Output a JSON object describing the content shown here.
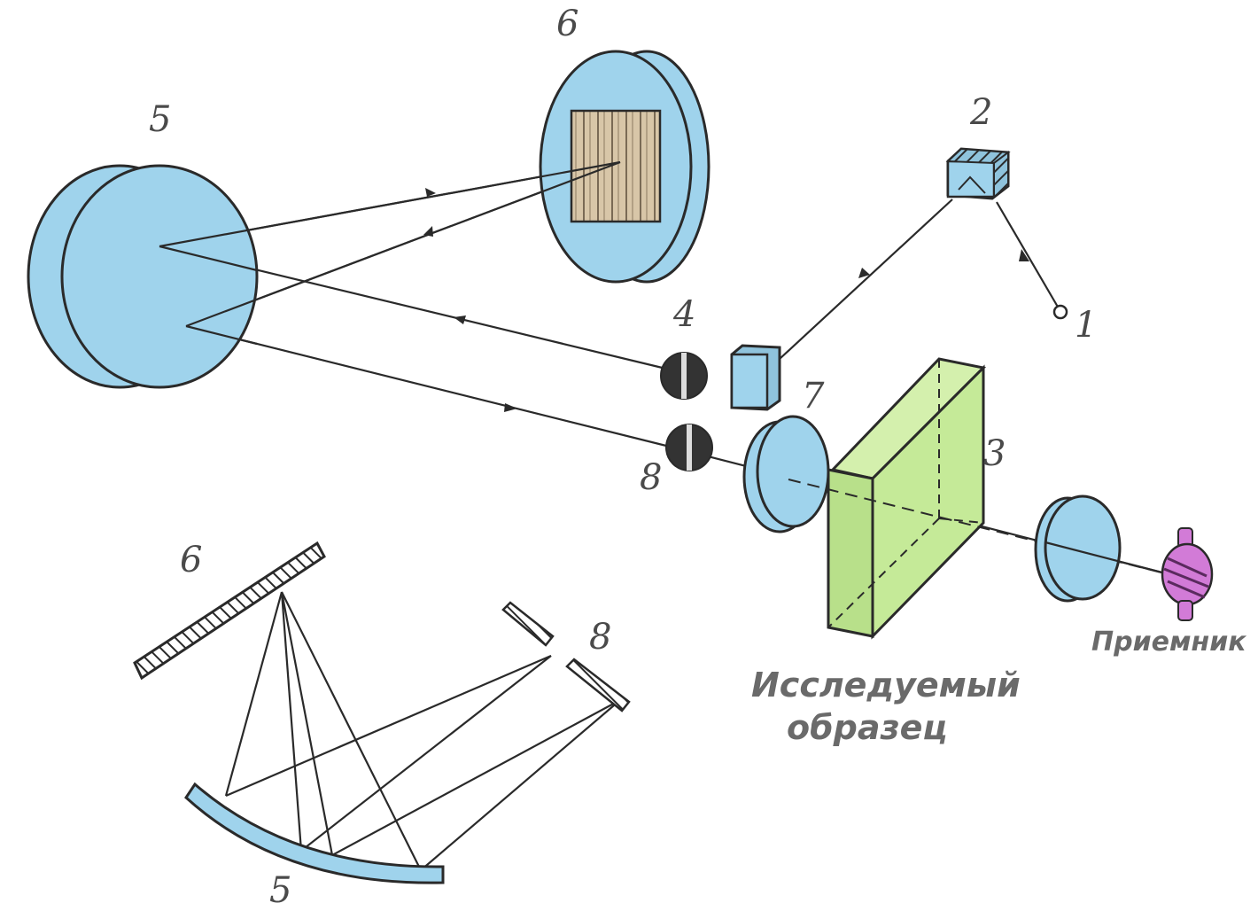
{
  "labels": {
    "source": "1",
    "prism": "2",
    "sample_box": "3",
    "slit_entrance": "4",
    "mirror": "5",
    "grating": "6",
    "lens": "7",
    "slit_exit": "8",
    "schematic_grating": "6",
    "schematic_mirror": "5",
    "schematic_slits": "8"
  },
  "captions": {
    "sample_line1": "Исследуемый",
    "sample_line2": "образец",
    "receiver": "Приемник"
  },
  "colors": {
    "mirror_fill": "#9fd3ec",
    "grating_fill": "#d8c6a8",
    "sample_fill": "#c5ea98",
    "receiver_fill": "#d27bd7",
    "slit_fill": "#333333",
    "ray": "#2a2a2a"
  },
  "icons": {
    "source": "light-source-circle",
    "receiver": "detector-bulb-icon"
  }
}
